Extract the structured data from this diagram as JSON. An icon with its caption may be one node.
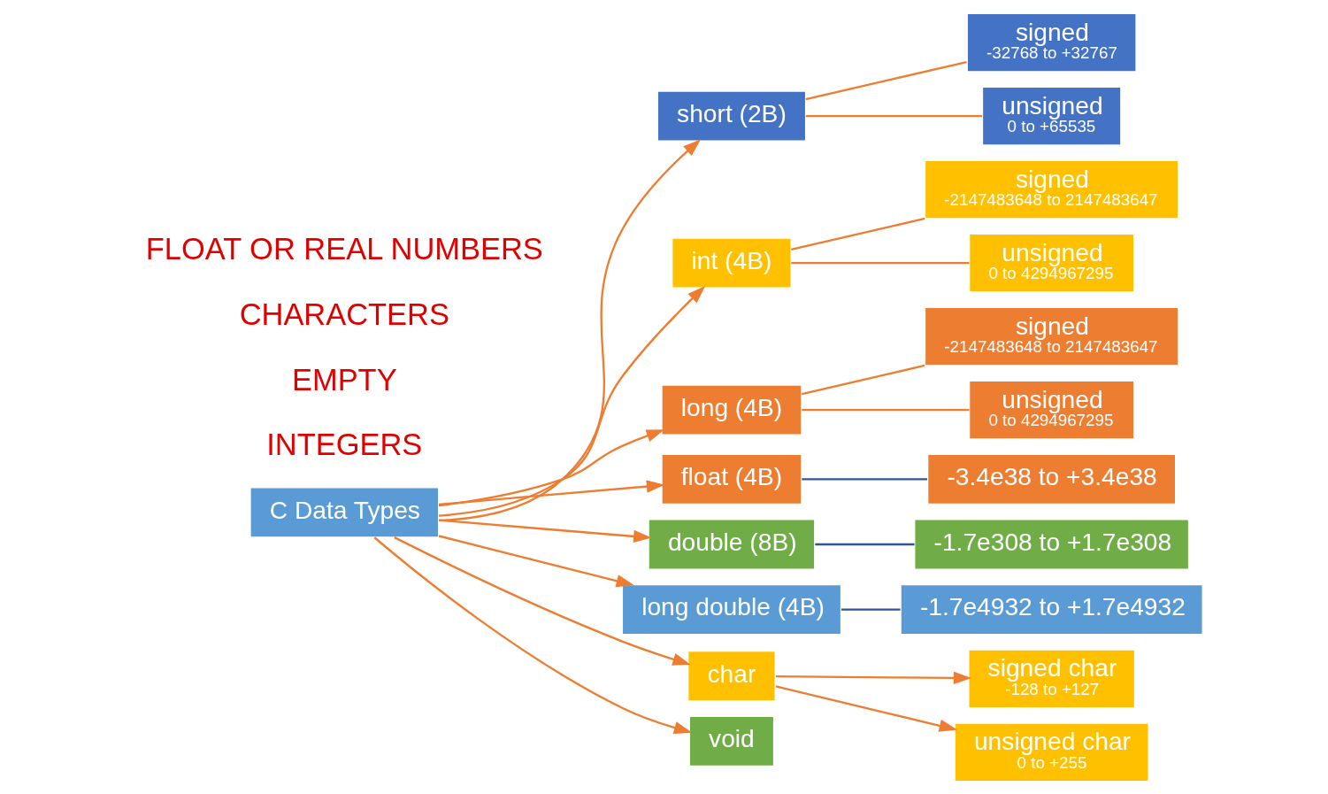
{
  "diagram": {
    "nodes": [
      {
        "text": [
          "C Data Types"
        ]
      },
      {
        "text": [
          "short (2B)"
        ]
      },
      {
        "text": [
          "signed",
          "-32768 to +32767"
        ]
      },
      {
        "text": [
          "unsigned",
          "0 to +65535"
        ]
      },
      {
        "text": [
          "int (4B)"
        ]
      },
      {
        "text": [
          "signed",
          "-2147483648 to 2147483647"
        ]
      },
      {
        "text": [
          "unsigned",
          "0 to 4294967295"
        ]
      },
      {
        "text": [
          "long (4B)"
        ]
      },
      {
        "text": [
          "signed",
          "-2147483648 to 2147483647"
        ]
      },
      {
        "text": [
          "unsigned",
          "0 to 4294967295"
        ]
      },
      {
        "text": [
          "float (4B)"
        ]
      },
      {
        "text": [
          "-3.4e38 to +3.4e38"
        ]
      },
      {
        "text": [
          "double (8B)"
        ]
      },
      {
        "text": [
          "-1.7e308 to +1.7e308"
        ]
      },
      {
        "text": [
          "long double (4B)"
        ]
      },
      {
        "text": [
          "-1.7e4932 to +1.7e4932"
        ]
      },
      {
        "text": [
          "char"
        ]
      },
      {
        "text": [
          "signed char",
          "-128 to +127"
        ]
      },
      {
        "text": [
          "unsigned char",
          "0 to +255"
        ]
      },
      {
        "text": [
          "void"
        ]
      }
    ],
    "edges": [
      {
        "from": 0,
        "to": 1,
        "arrow": "to"
      },
      {
        "from": 0,
        "to": 4,
        "arrow": "to"
      },
      {
        "from": 0,
        "to": 7,
        "arrow": "to"
      },
      {
        "from": 0,
        "to": 10,
        "arrow": "to"
      },
      {
        "from": 0,
        "to": 12,
        "arrow": "to"
      },
      {
        "from": 0,
        "to": 14,
        "arrow": "to"
      },
      {
        "from": 0,
        "to": 16,
        "arrow": "to"
      },
      {
        "from": 0,
        "to": 19,
        "arrow": "to"
      },
      {
        "from": 1,
        "to": 2,
        "arrow": "none"
      },
      {
        "from": 1,
        "to": 3,
        "arrow": "none"
      },
      {
        "from": 4,
        "to": 5,
        "arrow": "none"
      },
      {
        "from": 4,
        "to": 6,
        "arrow": "none"
      },
      {
        "from": 7,
        "to": 8,
        "arrow": "none"
      },
      {
        "from": 7,
        "to": 9,
        "arrow": "none"
      },
      {
        "from": 10,
        "to": 11,
        "arrow": "none",
        "color": "#2f5597"
      },
      {
        "from": 12,
        "to": 13,
        "arrow": "none",
        "color": "#2f5597"
      },
      {
        "from": 14,
        "to": 15,
        "arrow": "none",
        "color": "#2f5597"
      },
      {
        "from": 16,
        "to": 17,
        "arrow": "to"
      },
      {
        "from": 16,
        "to": 18,
        "arrow": "to"
      }
    ],
    "labels": [
      "INTEGERS",
      "EMPTY",
      "CHARACTERS",
      "FLOAT OR REAL NUMBERS"
    ]
  }
}
